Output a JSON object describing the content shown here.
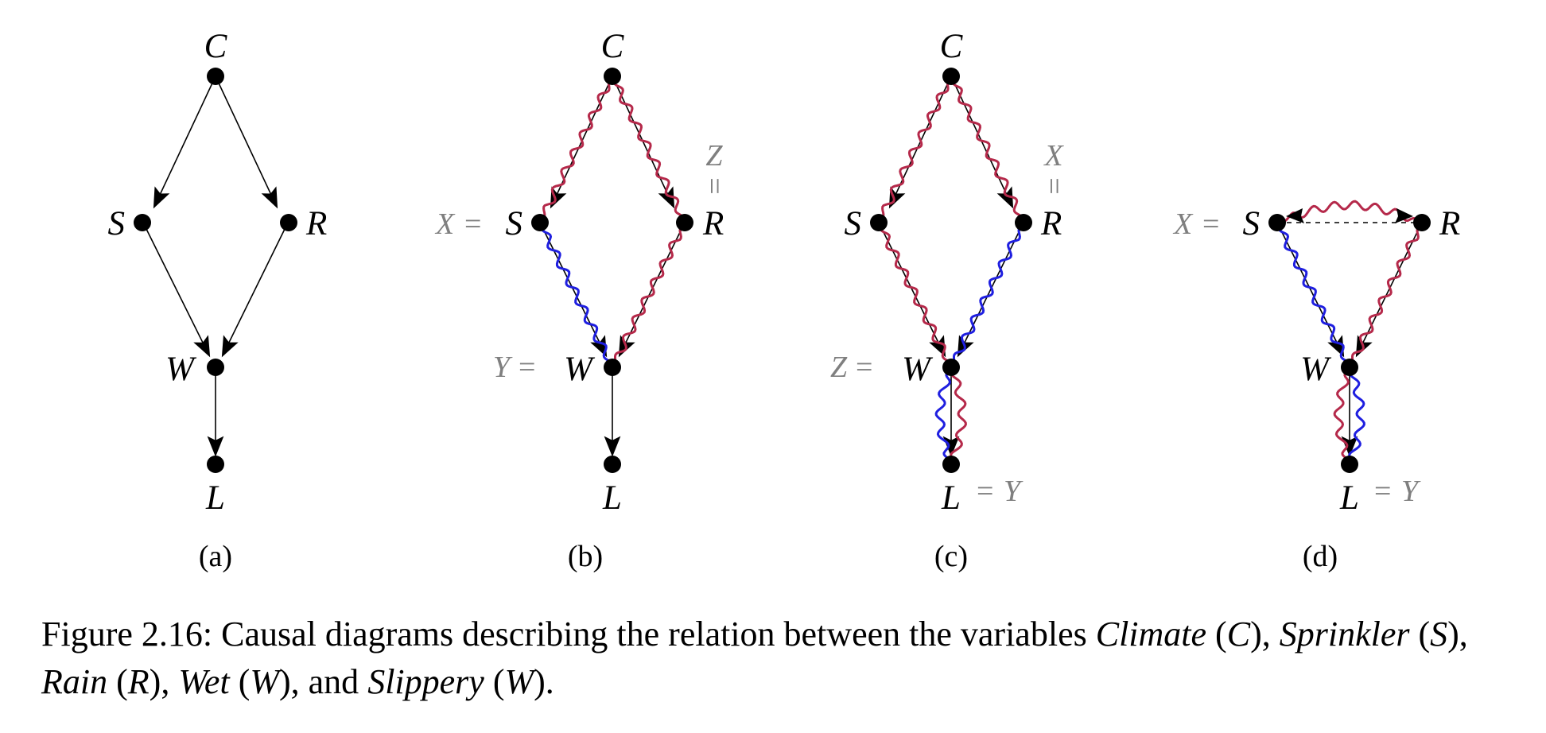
{
  "colors": {
    "path_red": "#b5294a",
    "path_blue": "#1f1fe0",
    "assign_gray": "#7f7f7f"
  },
  "panels": [
    {
      "sublabel": "(a)",
      "nodes": {
        "C": "C",
        "S": "S",
        "R": "R",
        "W": "W",
        "L": "L"
      },
      "assign": {}
    },
    {
      "sublabel": "(b)",
      "nodes": {
        "C": "C",
        "S": "S",
        "R": "R",
        "W": "W",
        "L": "L"
      },
      "assign": {
        "S": "X",
        "W": "Y",
        "R": "Z"
      }
    },
    {
      "sublabel": "(c)",
      "nodes": {
        "C": "C",
        "S": "S",
        "R": "R",
        "W": "W",
        "L": "L"
      },
      "assign": {
        "R": "X",
        "W": "Z",
        "L": "Y"
      }
    },
    {
      "sublabel": "(d)",
      "nodes": {
        "S": "S",
        "R": "R",
        "W": "W",
        "L": "L"
      },
      "assign": {
        "S": "X",
        "L": "Y"
      }
    }
  ],
  "caption": {
    "prefix": "Figure 2.16: Causal diagrams describing the relation between the variables ",
    "v1": "Climate",
    "s1": "C",
    "v2": "Sprinkler",
    "s2": "S",
    "v3": "Rain",
    "s3": "R",
    "v4": "Wet",
    "s4": "W",
    "v5": "Slippery",
    "s5": "W",
    "sep": ", ",
    "and": ", and ",
    "end": "."
  }
}
